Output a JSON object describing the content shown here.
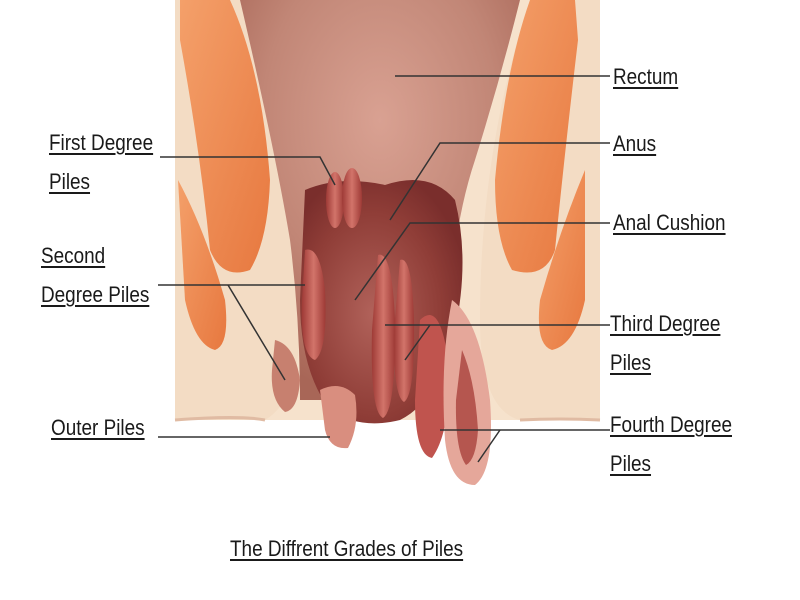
{
  "labels": {
    "rectum": "Rectum",
    "anus": "Anus",
    "anal_cushion": "Anal Cushion",
    "first_degree": [
      "First Degree",
      "Piles"
    ],
    "second_degree": [
      "Second",
      "Degree Piles"
    ],
    "third_degree": [
      "Third Degree",
      "Piles"
    ],
    "fourth_degree": [
      "Fourth Degree",
      "Piles"
    ],
    "outer_piles": "Outer Piles"
  },
  "caption": "The Diffrent Grades of Piles",
  "colors": {
    "skin": "#f6e2cc",
    "muscle": "#f08a4b",
    "tissue": "#c98d7e",
    "tissue_dark": "#9b4a3f",
    "pile": "#b84f46",
    "leader_line": "#333333"
  }
}
